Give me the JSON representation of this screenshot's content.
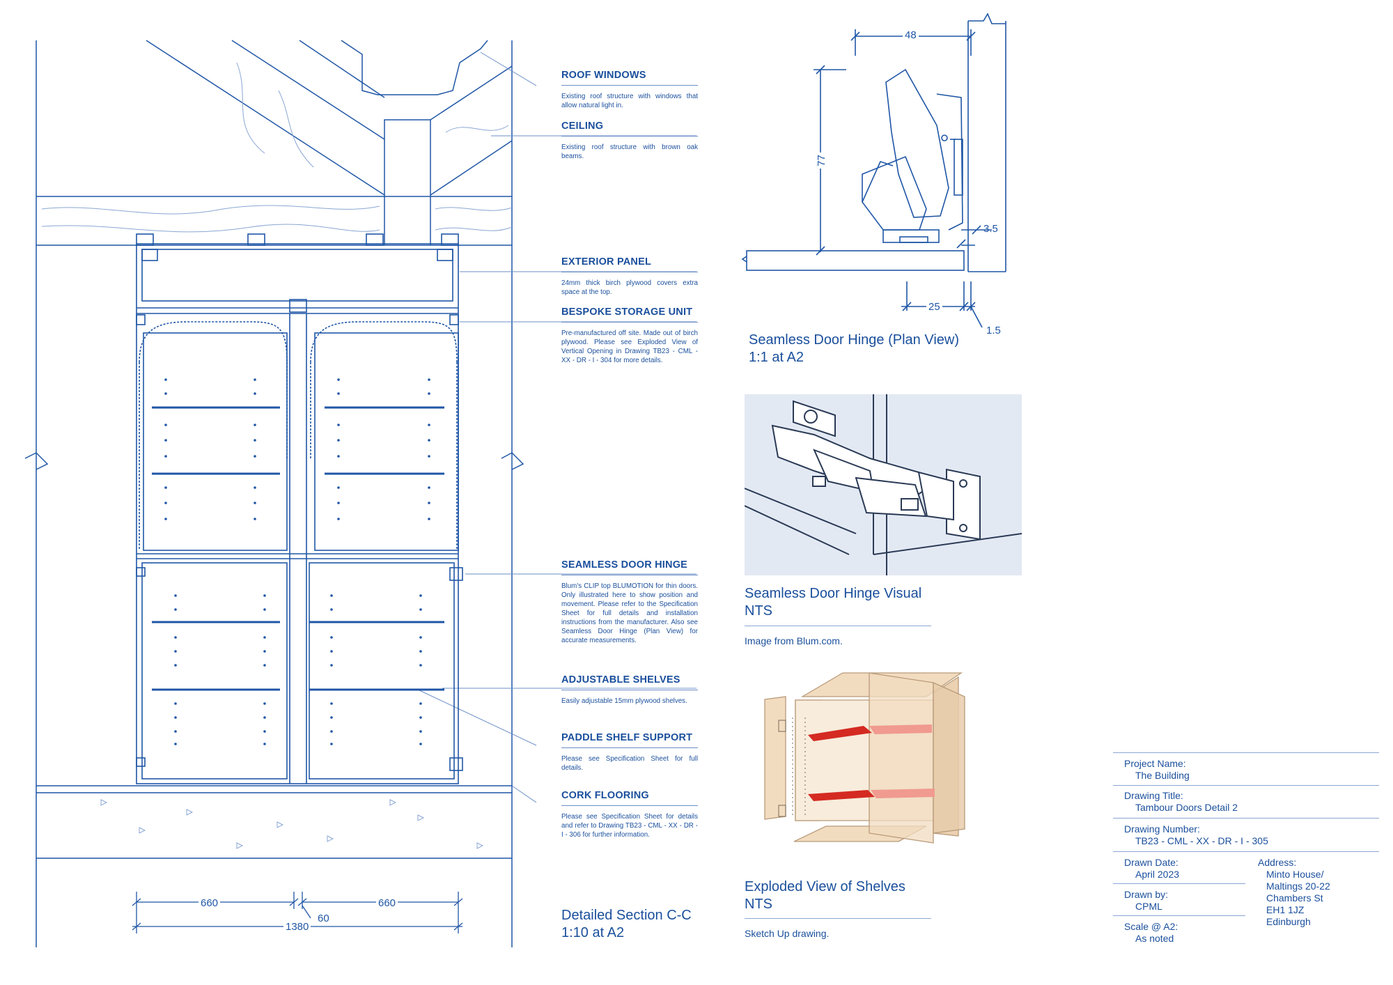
{
  "annotations": [
    {
      "heading": "ROOF WINDOWS",
      "body": "Existing roof structure with windows that allow natural light in."
    },
    {
      "heading": "CEILING",
      "body": "Existing roof structure with brown oak beams."
    },
    {
      "heading": "EXTERIOR PANEL",
      "body": "24mm thick birch plywood covers extra space at the top."
    },
    {
      "heading": "BESPOKE STORAGE UNIT",
      "body": "Pre-manufactured off site. Made out of birch plywood. Please see Exploded View of Vertical Opening in Drawing TB23 - CML - XX - DR - I - 304 for more details."
    },
    {
      "heading": "SEAMLESS DOOR HINGE",
      "body": "Blum's CLIP top BLUMOTION for thin doors. Only illustrated here to show position and movement. Please refer to the Specification Sheet for full details and installation instructions from the manufacturer. Also see Seamless Door Hinge (Plan View) for accurate measurements."
    },
    {
      "heading": "ADJUSTABLE SHELVES",
      "body": "Easily adjustable 15mm plywood shelves."
    },
    {
      "heading": "PADDLE SHELF SUPPORT",
      "body": "Please see Specification Sheet for full details."
    },
    {
      "heading": "CORK FLOORING",
      "body": "Please see Specification Sheet for details and refer to Drawing TB23 - CML - XX - DR - I - 306 for further information."
    }
  ],
  "section": {
    "title": "Detailed Section C-C",
    "scale": "1:10 at A2"
  },
  "section_dims": {
    "left": "660",
    "right": "660",
    "gap": "60",
    "total": "1380"
  },
  "hinge_plan": {
    "title": "Seamless Door Hinge (Plan View)",
    "scale": "1:1 at A2",
    "dims": {
      "top": "48",
      "height": "77",
      "right": "3.5",
      "bottom": "25",
      "small": "1.5"
    }
  },
  "hinge_visual": {
    "title": "Seamless Door Hinge Visual",
    "scale": "NTS",
    "note": "Image from Blum.com."
  },
  "shelves_view": {
    "title": "Exploded View of Shelves",
    "scale": "NTS",
    "note": "Sketch Up drawing."
  },
  "title_block": {
    "project_label": "Project Name:",
    "project": "The Building",
    "drawing_title_label": "Drawing Title:",
    "drawing_title": "Tambour Doors Detail 2",
    "drawing_number_label": "Drawing Number:",
    "drawing_number": "TB23 - CML - XX - DR - I - 305",
    "date_label": "Drawn Date:",
    "date": "April 2023",
    "drawn_by_label": "Drawn by:",
    "drawn_by": "CPML",
    "scale_label": "Scale @ A2:",
    "scale": "As noted",
    "address_label": "Address:",
    "address": [
      "Minto House/",
      "Maltings 20-22",
      "Chambers St",
      "EH1 1JZ",
      "Edinburgh"
    ]
  },
  "colors": {
    "line": "#1f56a6",
    "light": "#8aa6d4",
    "wood": "#f2dcc0",
    "shelf": "#d42a22"
  }
}
